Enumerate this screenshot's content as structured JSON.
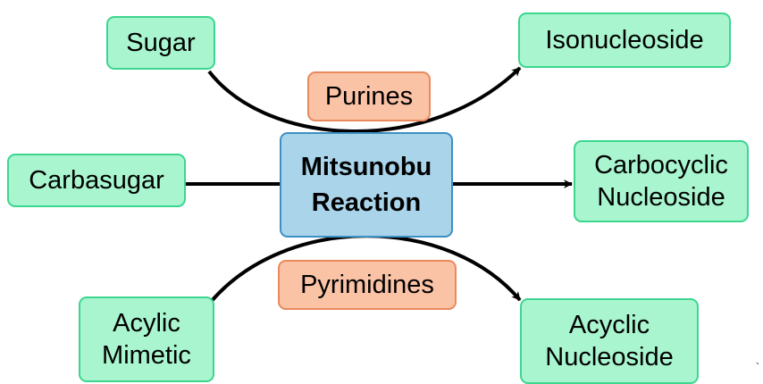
{
  "center": "Mitsunobu\nReaction",
  "inputs": {
    "sugar": "Sugar",
    "carbasugar": "Carbasugar",
    "acylic_mimetic": "Acylic\nMimetic"
  },
  "outputs": {
    "isonucleoside": "Isonucleoside",
    "carbocyclic_nucleoside": "Carbocyclic\nNucleoside",
    "acyclic_nucleoside": "Acyclic\nNucleoside"
  },
  "reagents": {
    "purines": "Purines",
    "pyrimidines": "Pyrimidines"
  },
  "stray_mark": "`",
  "colors": {
    "green_fill": "#a8f5cf",
    "green_border": "#3dd68f",
    "orange_fill": "#fbc3a6",
    "orange_border": "#e9895e",
    "blue_fill": "#a9d4ea",
    "blue_border": "#3d8fc4",
    "arrow": "#000000"
  }
}
